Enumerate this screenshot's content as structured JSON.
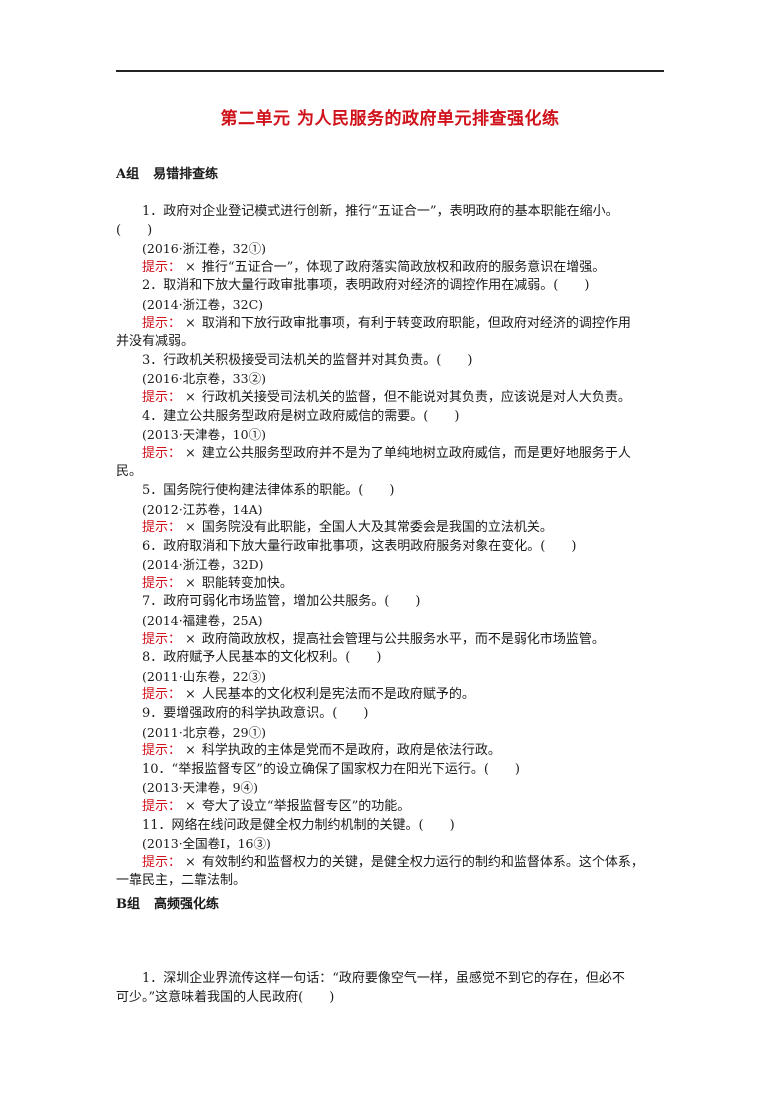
{
  "title": "第二单元  为人民服务的政府单元排查强化练",
  "section_a": {
    "group": "A组",
    "name": "易错排查练"
  },
  "section_b": {
    "group": "B组",
    "name": "高频强化练"
  },
  "hint_label": "提示：",
  "x_mark": "×",
  "items": [
    {
      "q1": "1．政府对企业登记模式进行创新，推行“五证合一”，表明政府的基本职能在缩小。",
      "q2": "(　　)",
      "src": "(2016·浙江卷，32①)",
      "h1": "推行“五证合一”，体现了政府落实简政放权和政府的服务意识在增强。"
    },
    {
      "q1": "2．取消和下放大量行政审批事项，表明政府对经济的调控作用在减弱。(　　)",
      "src": "(2014·浙江卷，32C)",
      "h1": "取消和下放行政审批事项，有利于转变政府职能，但政府对经济的调控作用",
      "h2": "并没有减弱。"
    },
    {
      "q1": "3．行政机关积极接受司法机关的监督并对其负责。(　　)",
      "src": "(2016·北京卷，33②)",
      "h1": "行政机关接受司法机关的监督，但不能说对其负责，应该说是对人大负责。"
    },
    {
      "q1": "4．建立公共服务型政府是树立政府威信的需要。(　　)",
      "src": "(2013·天津卷，10①)",
      "h1": "建立公共服务型政府并不是为了单纯地树立政府威信，而是更好地服务于人",
      "h2": "民。"
    },
    {
      "q1": "5．国务院行使构建法律体系的职能。(　　)",
      "src": "(2012·江苏卷，14A)",
      "h1": "国务院没有此职能，全国人大及其常委会是我国的立法机关。"
    },
    {
      "q1": "6．政府取消和下放大量行政审批事项，这表明政府服务对象在变化。(　　)",
      "src": "(2014·浙江卷，32D)",
      "h1": "职能转变加快。"
    },
    {
      "q1": "7．政府可弱化市场监管，增加公共服务。(　　)",
      "src": "(2014·福建卷，25A)",
      "h1": "政府简政放权，提高社会管理与公共服务水平，而不是弱化市场监管。"
    },
    {
      "q1": "8．政府赋予人民基本的文化权利。(　　)",
      "src": "(2011·山东卷，22③)",
      "h1": "人民基本的文化权利是宪法而不是政府赋予的。"
    },
    {
      "q1": "9．要增强政府的科学执政意识。(　　)",
      "src": "(2011·北京卷，29①)",
      "h1": "科学执政的主体是党而不是政府，政府是依法行政。"
    },
    {
      "q1": "10．“举报监督专区”的设立确保了国家权力在阳光下运行。(　　)",
      "src": "(2013·天津卷，9④)",
      "h1": "夸大了设立“举报监督专区”的功能。"
    },
    {
      "q1": "11．网络在线问政是健全权力制约机制的关键。(　　)",
      "src": "(2013·全国卷Ⅰ，16③)",
      "h1": "有效制约和监督权力的关键，是健全权力运行的制约和监督体系。这个体系，",
      "h2": "一靠民主，二靠法制。"
    }
  ],
  "b_question": {
    "l1": "1．深圳企业界流传这样一句话：“政府要像空气一样，虽感觉不到它的存在，但必不",
    "l2": "可少。”这意味着我国的人民政府(　　)"
  }
}
